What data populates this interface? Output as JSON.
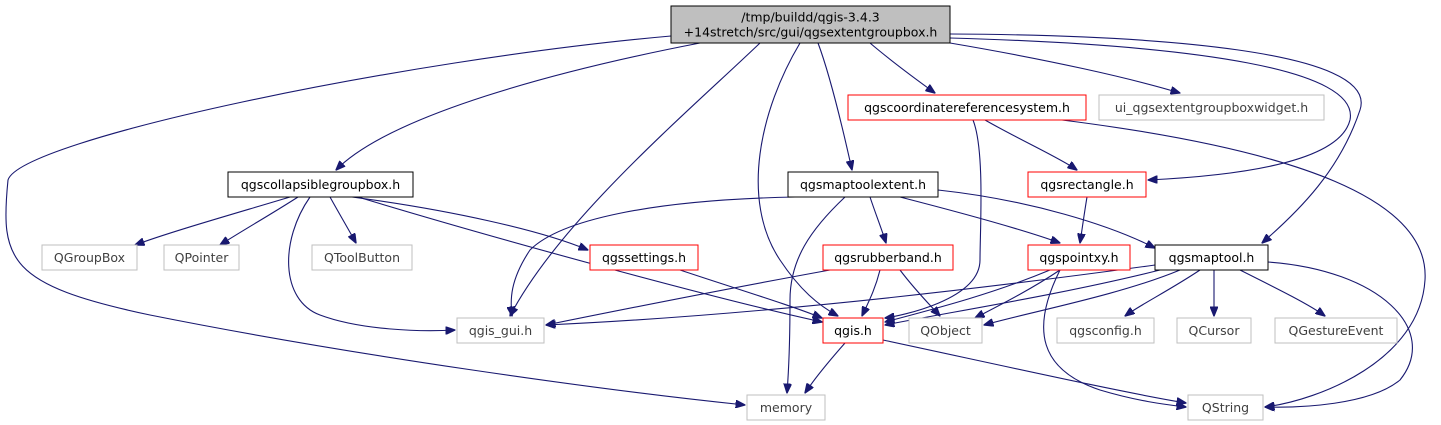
{
  "title": "/tmp/buildd/qgis-3.4.3+14stretch/src/gui/qgsextentgroupbox.h",
  "colors": {
    "edge": "#191970",
    "root_fill": "#bfbfbf",
    "border_documented": "#000000",
    "border_ref": "#ff0000",
    "border_external": "#bfbfbf",
    "text_external": "#404040",
    "text": "#000000"
  },
  "nodes": {
    "root": {
      "lines": [
        "/tmp/buildd/qgis-3.4.3",
        "+14stretch/src/gui/qgsextentgroupbox.h"
      ],
      "style": "root"
    },
    "crs": {
      "lines": [
        "qgscoordinatereferencesystem.h"
      ],
      "style": "ref"
    },
    "uiw": {
      "lines": [
        "ui_qgsextentgroupboxwidget.h"
      ],
      "style": "external"
    },
    "cgb": {
      "lines": [
        "qgscollapsiblegroupbox.h"
      ],
      "style": "documented"
    },
    "mte": {
      "lines": [
        "qgsmaptoolextent.h"
      ],
      "style": "documented"
    },
    "rect": {
      "lines": [
        "qgsrectangle.h"
      ],
      "style": "ref"
    },
    "qgb": {
      "lines": [
        "QGroupBox"
      ],
      "style": "external"
    },
    "qptr": {
      "lines": [
        "QPointer"
      ],
      "style": "external"
    },
    "qtb": {
      "lines": [
        "QToolButton"
      ],
      "style": "external"
    },
    "sett": {
      "lines": [
        "qgssettings.h"
      ],
      "style": "ref"
    },
    "rubb": {
      "lines": [
        "qgsrubberband.h"
      ],
      "style": "ref"
    },
    "pxy": {
      "lines": [
        "qgspointxy.h"
      ],
      "style": "ref"
    },
    "mt": {
      "lines": [
        "qgsmaptool.h"
      ],
      "style": "documented"
    },
    "gui": {
      "lines": [
        "qgis_gui.h"
      ],
      "style": "external"
    },
    "qgis": {
      "lines": [
        "qgis.h"
      ],
      "style": "ref"
    },
    "qobj": {
      "lines": [
        "QObject"
      ],
      "style": "external"
    },
    "qcfg": {
      "lines": [
        "qgsconfig.h"
      ],
      "style": "external"
    },
    "qcur": {
      "lines": [
        "QCursor"
      ],
      "style": "external"
    },
    "qge": {
      "lines": [
        "QGestureEvent"
      ],
      "style": "external"
    },
    "mem": {
      "lines": [
        "memory"
      ],
      "style": "external"
    },
    "qstr": {
      "lines": [
        "QString"
      ],
      "style": "external"
    }
  },
  "edges": [
    [
      "root",
      "mem"
    ],
    [
      "root",
      "cgb"
    ],
    [
      "root",
      "gui"
    ],
    [
      "root",
      "qgis"
    ],
    [
      "root",
      "mte"
    ],
    [
      "root",
      "crs"
    ],
    [
      "root",
      "uiw"
    ],
    [
      "root",
      "rect"
    ],
    [
      "root",
      "mt"
    ],
    [
      "crs",
      "qgis"
    ],
    [
      "crs",
      "rect"
    ],
    [
      "crs",
      "qstr"
    ],
    [
      "cgb",
      "qgb"
    ],
    [
      "cgb",
      "qptr"
    ],
    [
      "cgb",
      "qtb"
    ],
    [
      "cgb",
      "sett"
    ],
    [
      "cgb",
      "qgis"
    ],
    [
      "cgb",
      "gui"
    ],
    [
      "mte",
      "gui"
    ],
    [
      "mte",
      "mem"
    ],
    [
      "mte",
      "rubb"
    ],
    [
      "mte",
      "pxy"
    ],
    [
      "mte",
      "mt"
    ],
    [
      "rect",
      "pxy"
    ],
    [
      "sett",
      "qgis"
    ],
    [
      "rubb",
      "gui"
    ],
    [
      "rubb",
      "qgis"
    ],
    [
      "rubb",
      "qobj"
    ],
    [
      "pxy",
      "qgis"
    ],
    [
      "pxy",
      "qobj"
    ],
    [
      "pxy",
      "qstr"
    ],
    [
      "mt",
      "gui"
    ],
    [
      "mt",
      "qgis"
    ],
    [
      "mt",
      "qobj"
    ],
    [
      "mt",
      "qcfg"
    ],
    [
      "mt",
      "qcur"
    ],
    [
      "mt",
      "qge"
    ],
    [
      "mt",
      "qstr"
    ],
    [
      "qgis",
      "mem"
    ],
    [
      "qgis",
      "qstr"
    ]
  ]
}
